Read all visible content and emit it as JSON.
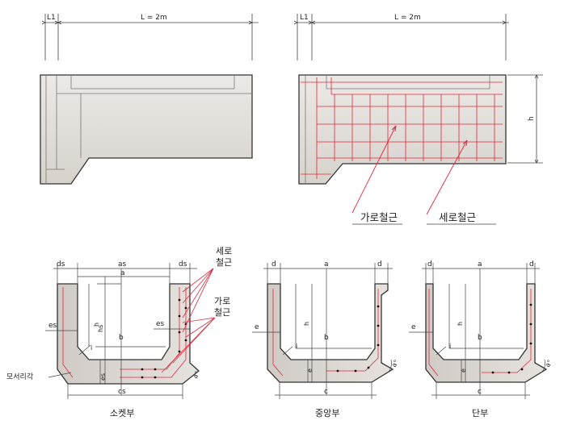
{
  "top_left": {
    "l1": "L1",
    "l": "L = 2m"
  },
  "top_right": {
    "l1": "L1",
    "l": "L = 2m",
    "h": "h"
  },
  "callouts": {
    "horizontal_rebar": "가로철근",
    "vertical_rebar": "세로철근"
  },
  "socket": {
    "title": "소켓부",
    "ds_left": "ds",
    "as": "as",
    "ds_right": "ds",
    "a": "a",
    "hs": "hs",
    "h": "h",
    "b": "b",
    "es_left": "es",
    "es_right": "es",
    "i": "i",
    "es_bottom": "es",
    "cs": "cs",
    "corner": "모서리각",
    "vertical_rebar_1": "세로",
    "vertical_rebar_2": "철근",
    "horizontal_rebar_1": "가로",
    "horizontal_rebar_2": "철근",
    "angle": "a°"
  },
  "middle": {
    "title": "중앙부",
    "d_left": "d",
    "a": "a",
    "d_right": "d",
    "h": "h",
    "b": "b",
    "e_left": "e",
    "e_bottom": "e",
    "i": "i",
    "c": "c",
    "angle": "a°"
  },
  "end": {
    "title": "단부",
    "d_left": "d",
    "a": "a",
    "d_right": "d",
    "h": "h",
    "b": "b",
    "e_left": "e",
    "e_bottom": "e",
    "i": "i",
    "c": "c",
    "angle": "a°"
  },
  "colors": {
    "concrete": "#dcd7d2",
    "rebar": "#e0283a",
    "line": "#333333"
  }
}
